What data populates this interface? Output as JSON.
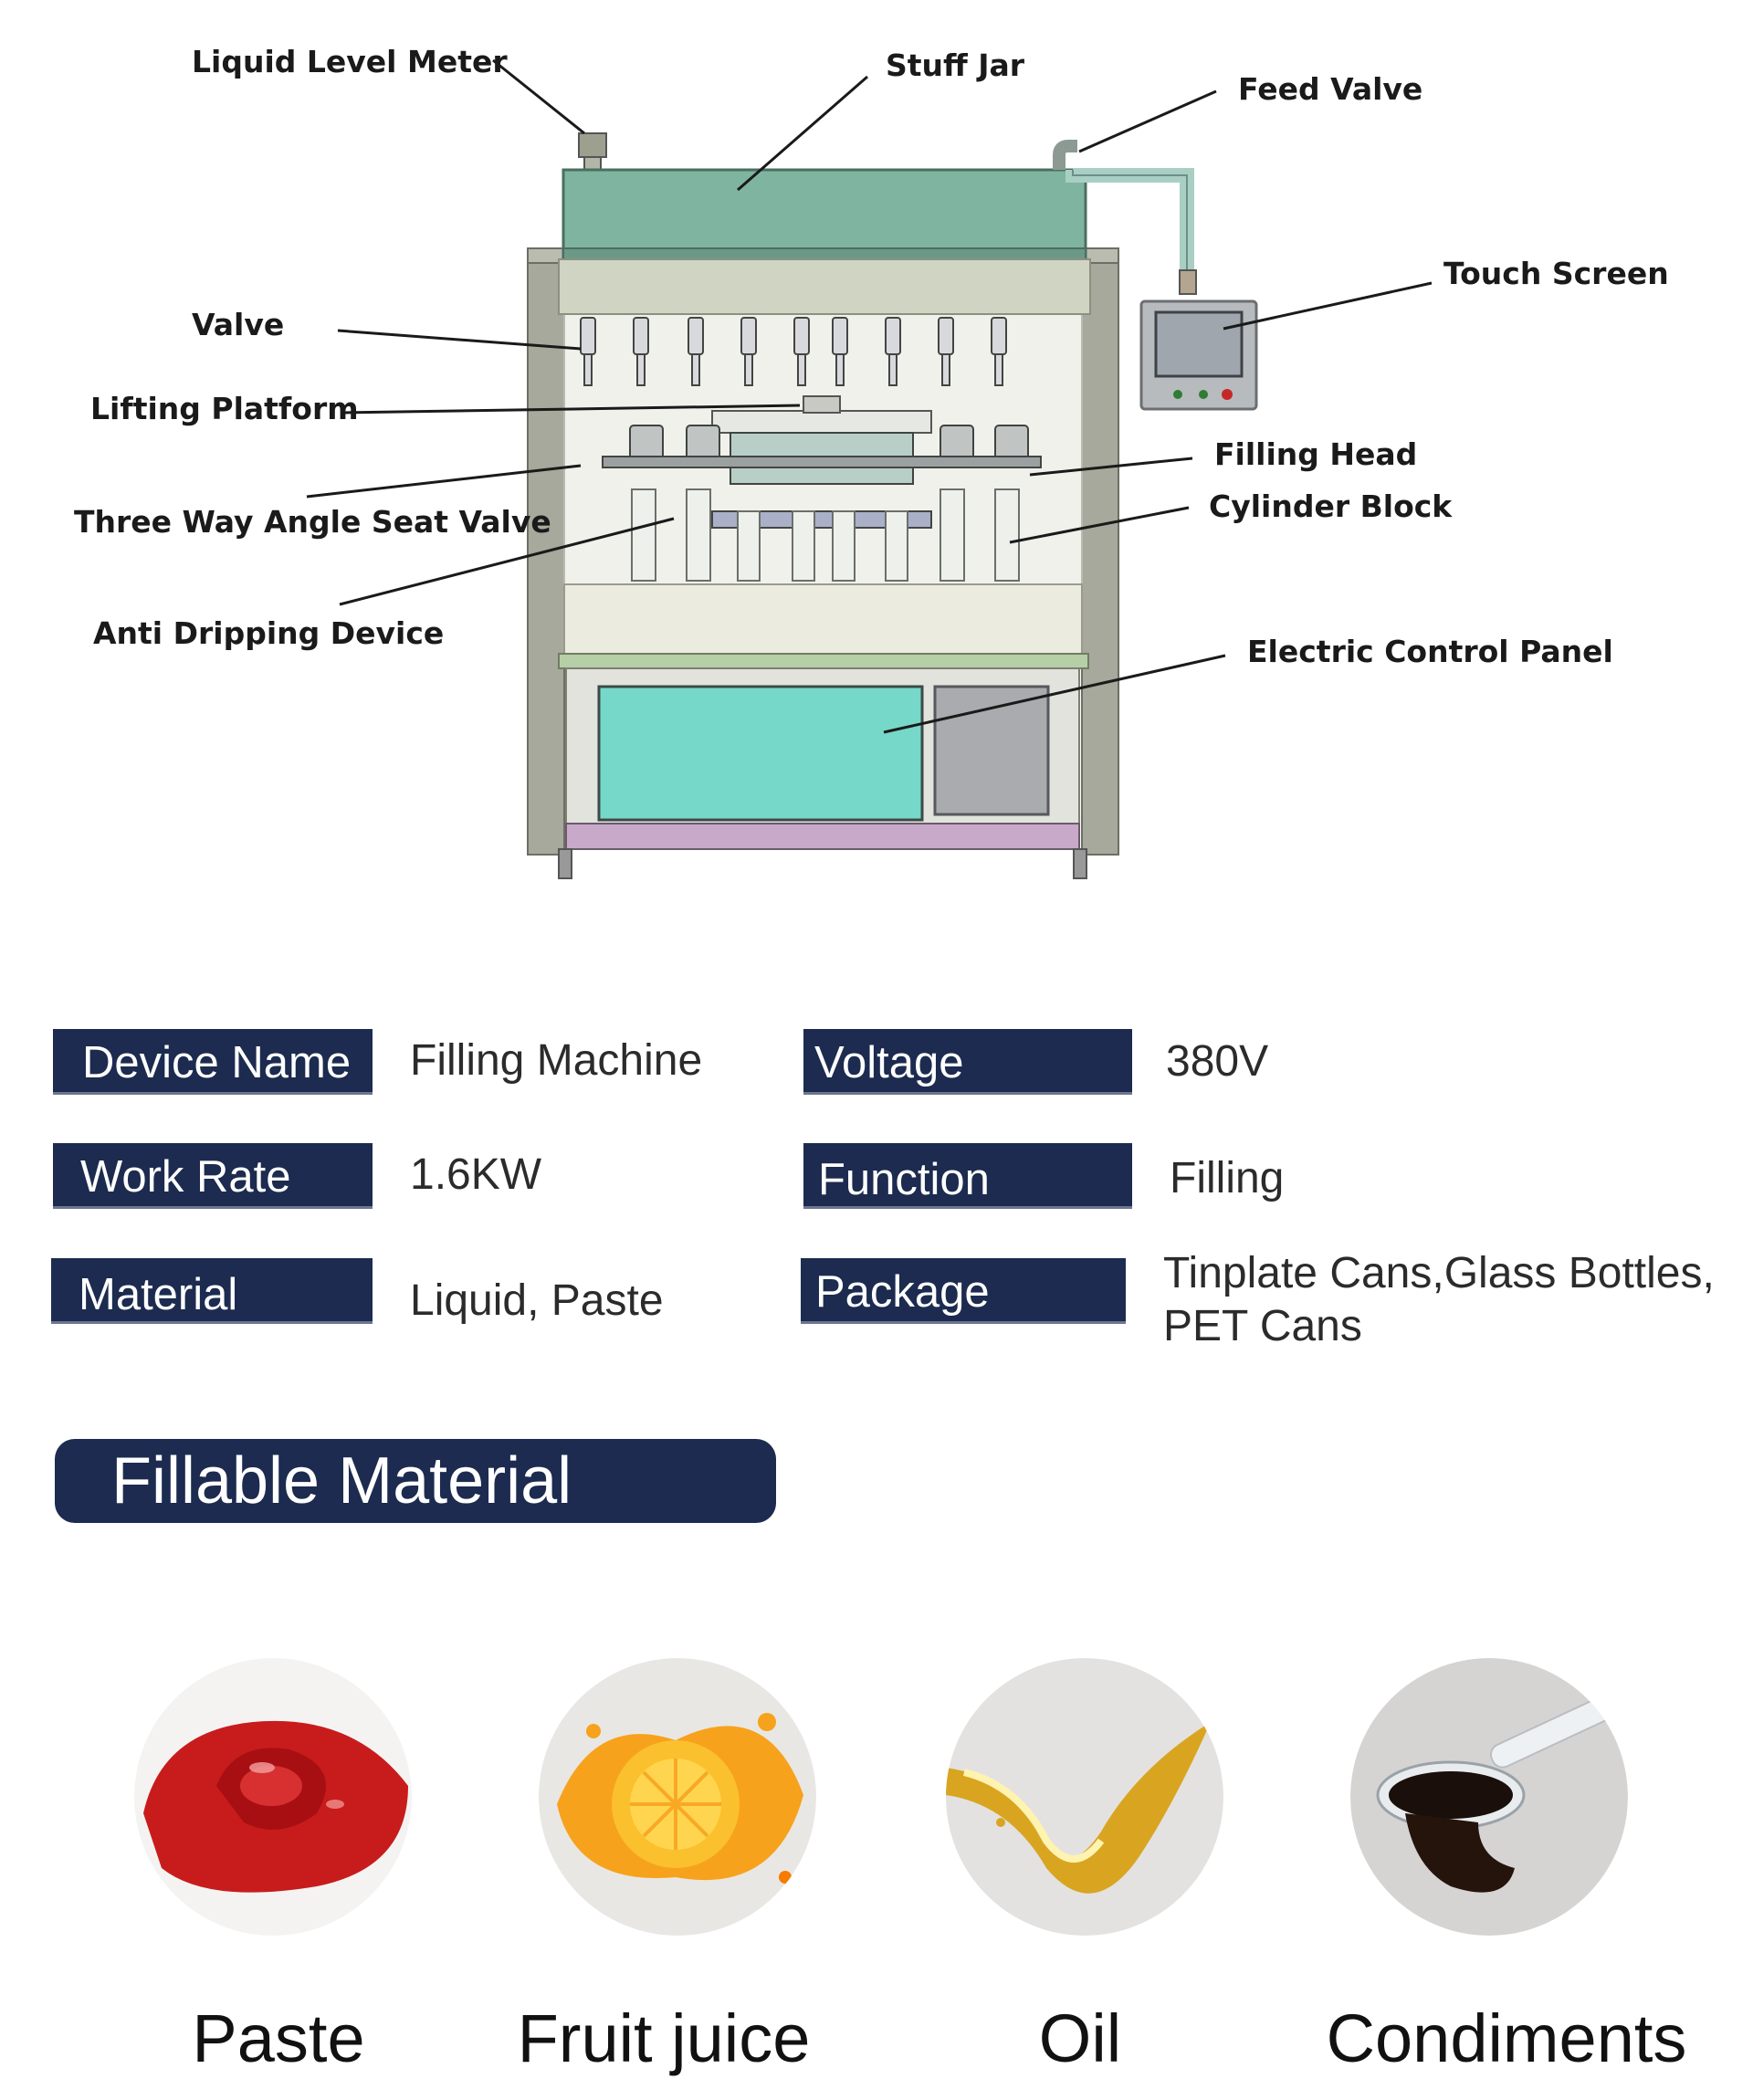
{
  "diagram": {
    "callouts": {
      "liquid_level_meter": "Liquid Level Meter",
      "stuff_jar": "Stuff Jar",
      "feed_valve": "Feed Valve",
      "touch_screen": "Touch Screen",
      "valve": "Valve",
      "lifting_platform": "Lifting Platform",
      "filling_head": "Filling Head",
      "cylinder_block": "Cylinder Block",
      "three_way_angle_seat_valve": "Three Way Angle Seat Valve",
      "anti_dripping_device": "Anti Dripping Device",
      "electric_control_panel": "Electric Control Panel"
    },
    "colors": {
      "tank": "#7fb5a0",
      "frame": "#a6a99b",
      "panel_door": "#76d8c8",
      "base_rail": "#c9a9c9",
      "label_line": "#1a1a1a"
    }
  },
  "specs": {
    "device_name": {
      "label": "Device Name",
      "value": "Filling Machine"
    },
    "voltage": {
      "label": "Voltage",
      "value": "380V"
    },
    "work_rate": {
      "label": "Work Rate",
      "value": "1.6KW"
    },
    "function": {
      "label": "Function",
      "value": "Filling"
    },
    "material": {
      "label": "Material",
      "value": "Liquid, Paste"
    },
    "package": {
      "label": "Package",
      "value_line1": "Tinplate Cans,Glass Bottles,",
      "value_line2": "PET Cans"
    }
  },
  "fillable": {
    "title": "Fillable Material",
    "items": [
      {
        "name": "Paste",
        "icon": "ketchup-icon"
      },
      {
        "name": "Fruit juice",
        "icon": "juice-splash-icon"
      },
      {
        "name": "Oil",
        "icon": "oil-splash-icon"
      },
      {
        "name": "Condiments",
        "icon": "soy-sauce-icon"
      }
    ],
    "brand_color": "#1c2b4f"
  }
}
